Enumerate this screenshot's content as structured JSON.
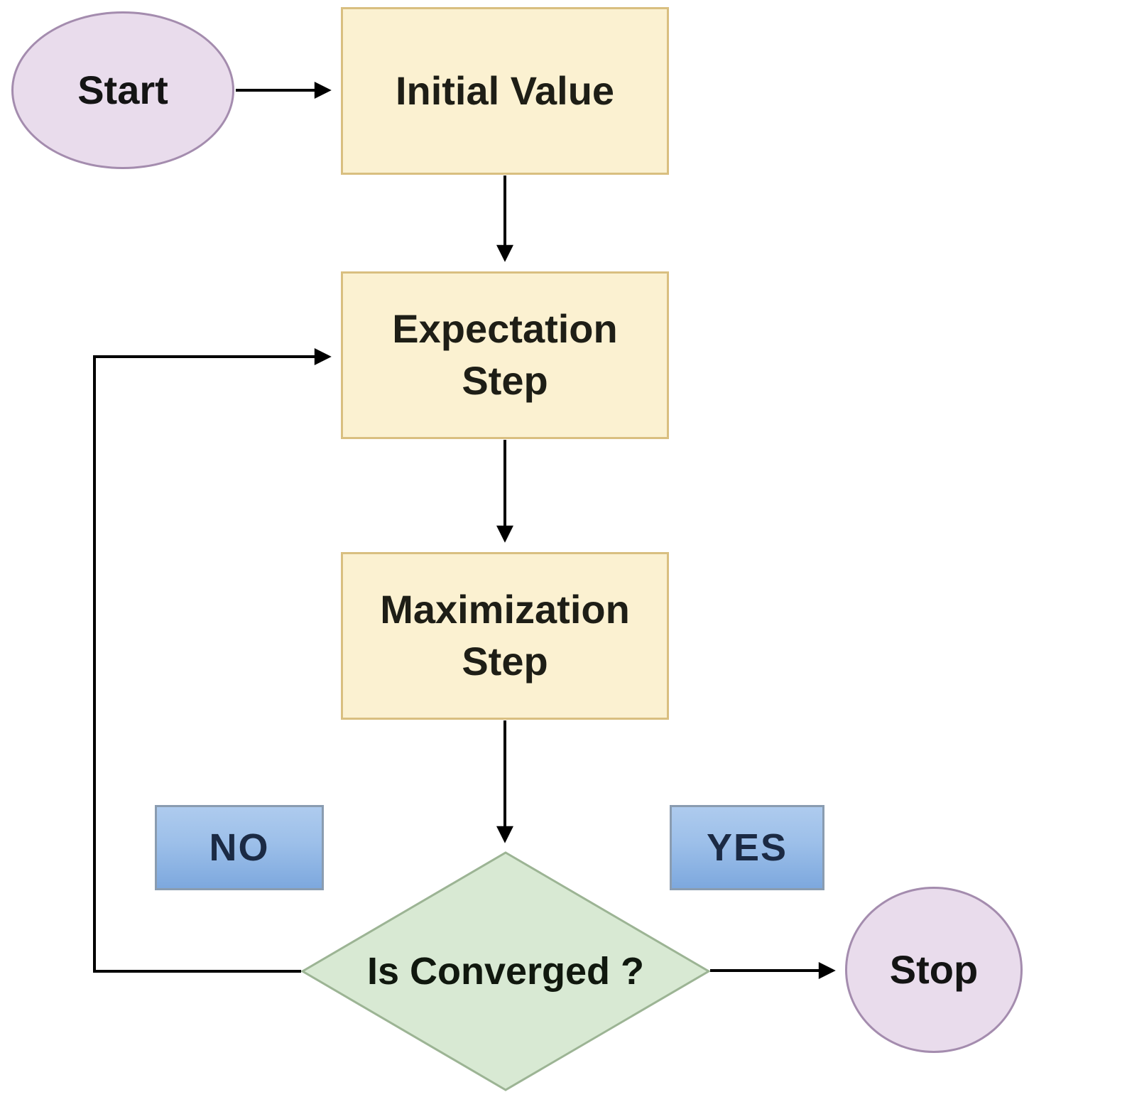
{
  "flowchart": {
    "nodes": {
      "start": {
        "label": "Start",
        "shape": "ellipse-terminal"
      },
      "initial_value": {
        "label": "Initial Value",
        "shape": "process-rectangle"
      },
      "expectation_step": {
        "label": "Expectation\nStep",
        "shape": "process-rectangle"
      },
      "maximization_step": {
        "label": "Maximization\nStep",
        "shape": "process-rectangle"
      },
      "is_converged": {
        "label": "Is Converged ?",
        "shape": "decision-diamond"
      },
      "stop": {
        "label": "Stop",
        "shape": "ellipse-terminal"
      }
    },
    "branch_labels": {
      "no": {
        "label": "NO"
      },
      "yes": {
        "label": "YES"
      }
    },
    "edges": [
      {
        "from": "start",
        "to": "initial_value"
      },
      {
        "from": "initial_value",
        "to": "expectation_step"
      },
      {
        "from": "expectation_step",
        "to": "maximization_step"
      },
      {
        "from": "maximization_step",
        "to": "is_converged"
      },
      {
        "from": "is_converged",
        "to": "stop",
        "condition": "YES"
      },
      {
        "from": "is_converged",
        "to": "expectation_step",
        "condition": "NO"
      }
    ]
  },
  "colors": {
    "terminal_fill": "#e9dcec",
    "terminal_border": "#a48cae",
    "process_fill": "#fbf1d1",
    "process_border": "#d9bf80",
    "decision_fill": "#d8e9d3",
    "decision_border": "#9cb494",
    "branch_fill_top": "#aecbee",
    "branch_fill_mid": "#9cbfe9",
    "branch_fill_bottom": "#7da8de",
    "branch_border": "#8a9cb0",
    "arrow": "#000000"
  }
}
